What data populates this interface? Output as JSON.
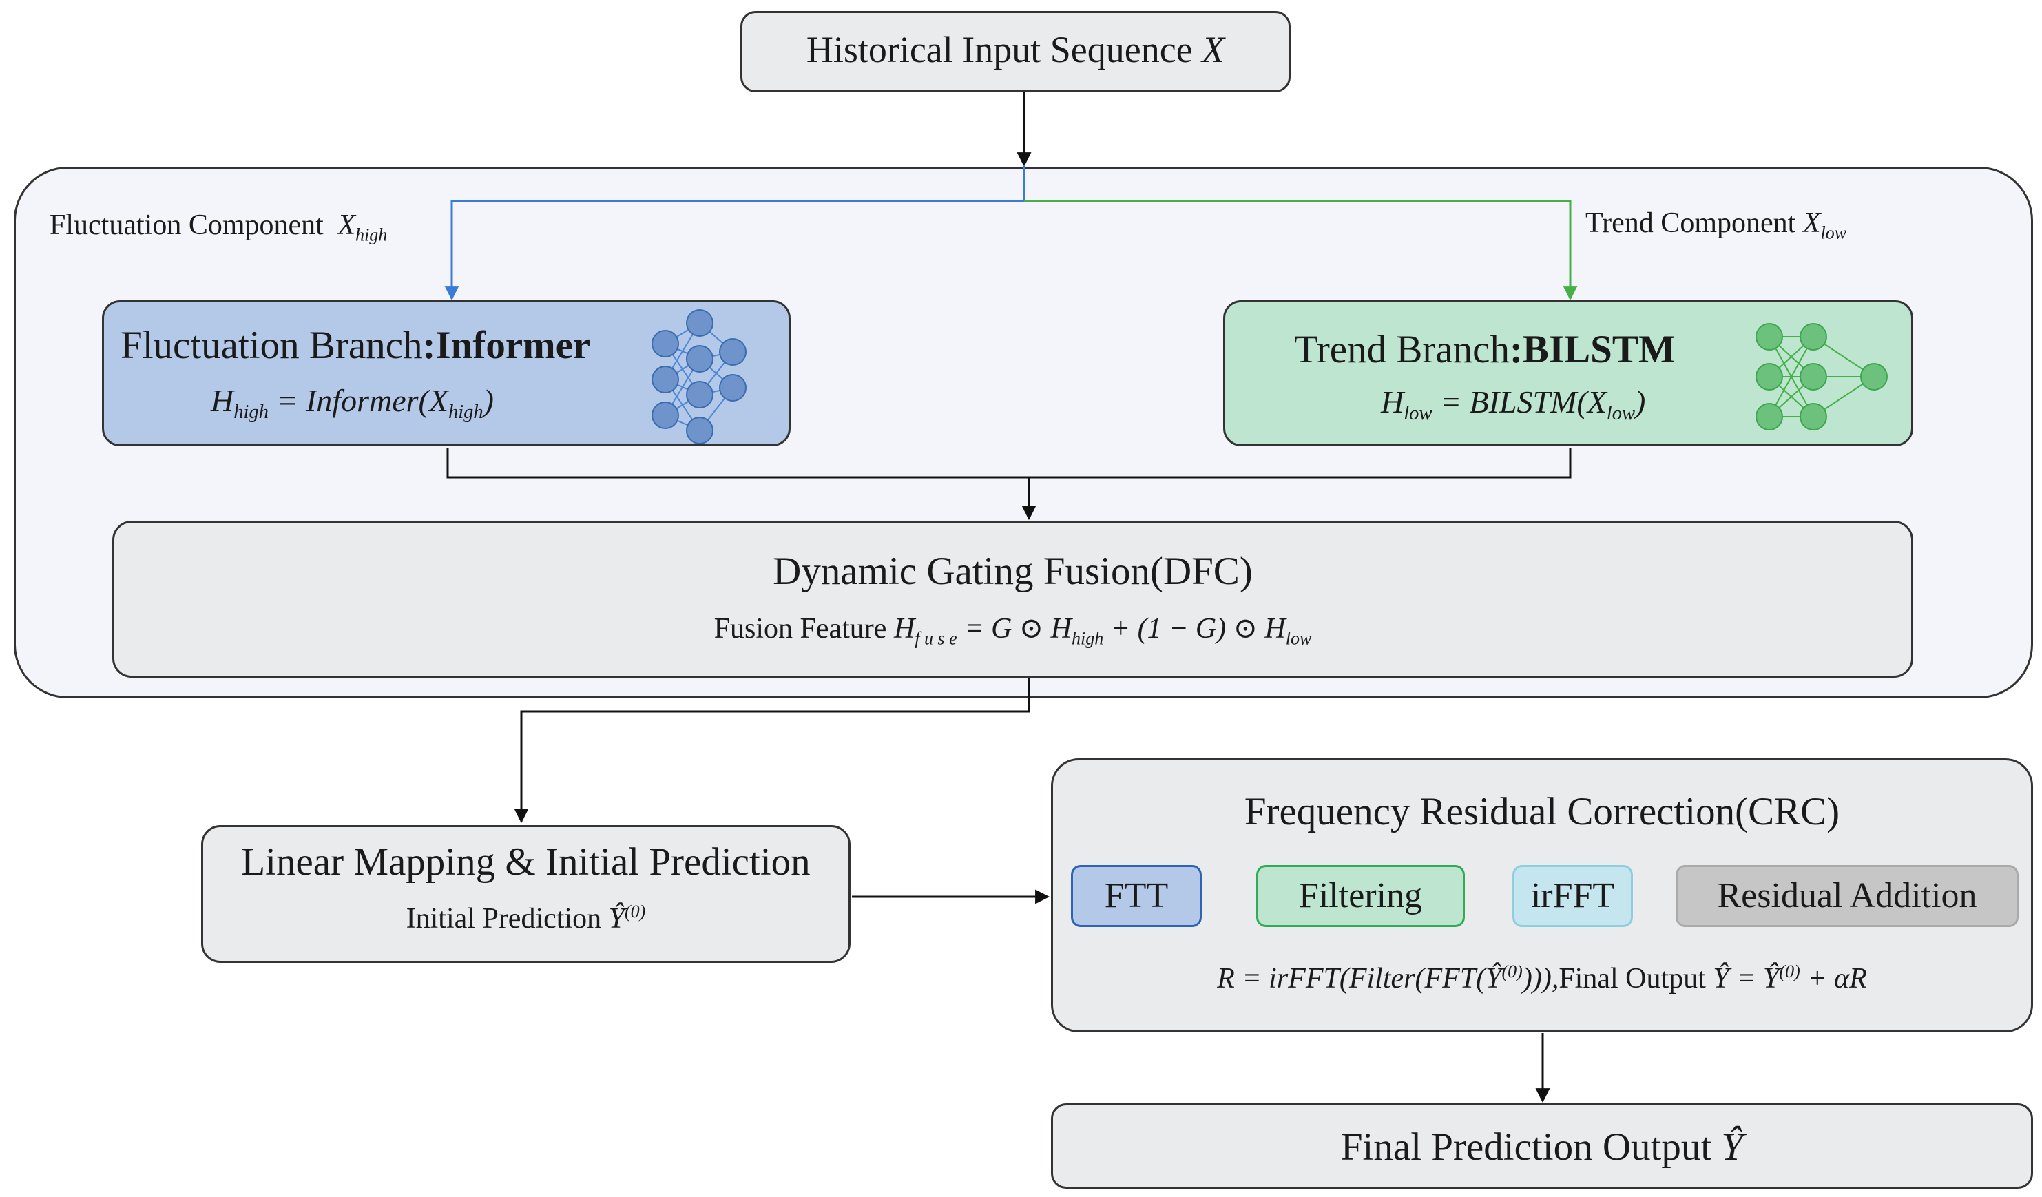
{
  "input": {
    "label": "Historical Input Sequence",
    "symbol": "X"
  },
  "decomposition": {
    "fluctuation_label": "Fluctuation Component",
    "fluctuation_symbol": "X",
    "fluctuation_sub": "high",
    "trend_label": "Trend Component",
    "trend_symbol": "X",
    "trend_sub": "low"
  },
  "fluctuation_branch": {
    "title_prefix": "Fluctuation Branch",
    "title_model": ":Informer",
    "formula_lhs": "H",
    "formula_lhs_sub": "high",
    "formula_rhs": "= Informer(X",
    "formula_rhs_sub": "high",
    "formula_close": ")",
    "icon": "neural-network-icon",
    "color": "#b4c9e8"
  },
  "trend_branch": {
    "title_prefix": "Trend Branch",
    "title_model": ":BILSTM",
    "formula_lhs": "H",
    "formula_lhs_sub": "low",
    "formula_rhs": "= BILSTM(X",
    "formula_rhs_sub": "low",
    "formula_close": ")",
    "icon": "neural-network-icon",
    "color": "#bde5cf"
  },
  "fusion": {
    "title": "Dynamic Gating Fusion(DFC)",
    "feature_label": "Fusion Feature",
    "h": "H",
    "h_sub": "f u s e",
    "eq1": "= G ⊙ H",
    "eq1_sub": "high",
    "eq2": "+ (1 − G) ⊙ H",
    "eq2_sub": "low"
  },
  "linear": {
    "title": "Linear Mapping & Initial Prediction",
    "label": "Initial Prediction",
    "symbol": "Ŷ",
    "sup": "(0)"
  },
  "correction": {
    "title": "Frequency Residual Correction(CRC)",
    "steps": [
      "FTT",
      "Filtering",
      "irFFT",
      "Residual Addition"
    ],
    "step_colors": [
      "#b4c9e8",
      "#bde5cf",
      "#c6e6ef",
      "#c6c6c6"
    ],
    "formula_a": "R = irFFT(Filter(FFT(Ŷ",
    "formula_a_sup": "(0)",
    "formula_b": "))),",
    "formula_label": "Final Output",
    "formula_c": "Ŷ = Ŷ",
    "formula_c_sup": "(0)",
    "formula_d": "+ αR"
  },
  "output": {
    "label": "Final Prediction Output",
    "symbol": "Ŷ"
  }
}
